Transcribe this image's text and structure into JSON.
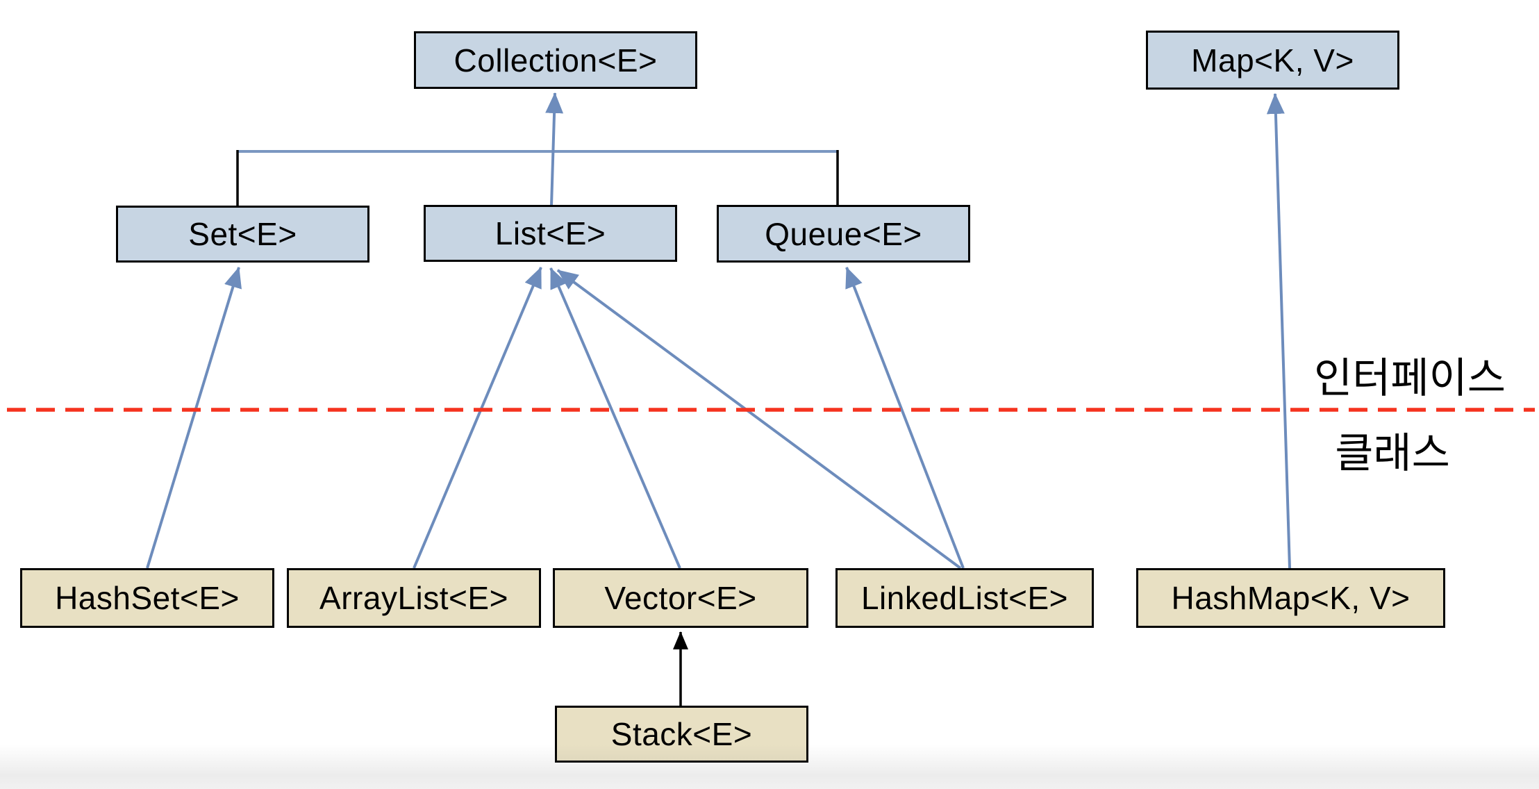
{
  "nodes": {
    "collection": {
      "label": "Collection<E>",
      "kind": "interface"
    },
    "map": {
      "label": "Map<K, V>",
      "kind": "interface"
    },
    "set": {
      "label": "Set<E>",
      "kind": "interface"
    },
    "list": {
      "label": "List<E>",
      "kind": "interface"
    },
    "queue": {
      "label": "Queue<E>",
      "kind": "interface"
    },
    "hashset": {
      "label": "HashSet<E>",
      "kind": "class"
    },
    "arraylist": {
      "label": "ArrayList<E>",
      "kind": "class"
    },
    "vector": {
      "label": "Vector<E>",
      "kind": "class"
    },
    "linkedlist": {
      "label": "LinkedList<E>",
      "kind": "class"
    },
    "hashmap": {
      "label": "HashMap<K, V>",
      "kind": "class"
    },
    "stack": {
      "label": "Stack<E>",
      "kind": "class"
    }
  },
  "edges": [
    {
      "from": "Set<E>",
      "to": "Collection<E>",
      "style": "tree-connector"
    },
    {
      "from": "List<E>",
      "to": "Collection<E>",
      "style": "blue-arrow"
    },
    {
      "from": "Queue<E>",
      "to": "Collection<E>",
      "style": "tree-connector"
    },
    {
      "from": "HashSet<E>",
      "to": "Set<E>",
      "style": "blue-arrow"
    },
    {
      "from": "ArrayList<E>",
      "to": "List<E>",
      "style": "blue-arrow"
    },
    {
      "from": "Vector<E>",
      "to": "List<E>",
      "style": "blue-arrow"
    },
    {
      "from": "LinkedList<E>",
      "to": "List<E>",
      "style": "blue-arrow"
    },
    {
      "from": "LinkedList<E>",
      "to": "Queue<E>",
      "style": "blue-arrow"
    },
    {
      "from": "Stack<E>",
      "to": "Vector<E>",
      "style": "black-arrow"
    },
    {
      "from": "HashMap<K, V>",
      "to": "Map<K, V>",
      "style": "blue-arrow"
    }
  ],
  "separator": {
    "label_above": "인터페이스",
    "label_below": "클래스"
  },
  "colors": {
    "interface_fill": "#c7d5e3",
    "class_fill": "#e8e0c3",
    "node_border": "#000000",
    "arrow_blue": "#6d8cbc",
    "arrow_black": "#000000",
    "separator_red": "#f5331f"
  }
}
